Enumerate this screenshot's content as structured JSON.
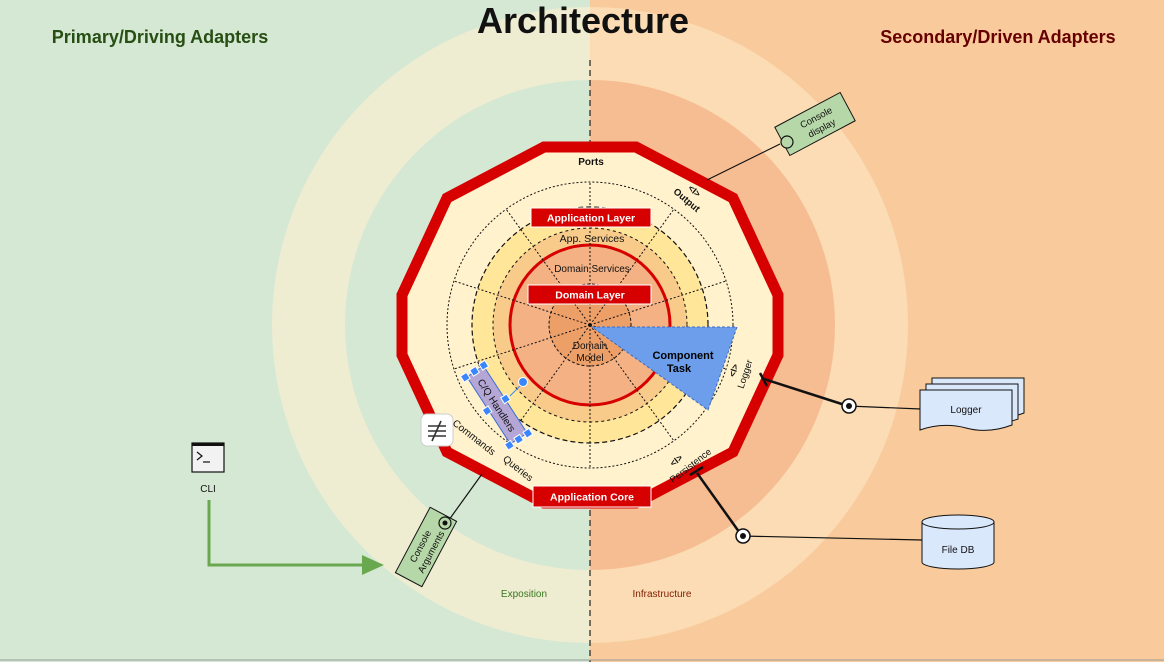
{
  "title": "Architecture",
  "left_heading": "Primary/Driving Adapters",
  "right_heading": "Secondary/Driven Adapters",
  "ports_label": "Ports",
  "output_port_label": "Output",
  "logger_port_label": "Logger",
  "persistence_port_label": "Persistence",
  "port_glyph": "<I>",
  "application_layer_label": "Application Layer",
  "app_services_label": "App. Services",
  "domain_services_label": "Domain Services",
  "domain_layer_label": "Domain Layer",
  "domain_model_line1": "Domain",
  "domain_model_line2": "Model",
  "component_task_line1": "Component",
  "component_task_line2": "Task",
  "cq_handlers_label": "C/Q Handlers",
  "commands_label": "Commands",
  "queries_label": "Queries",
  "application_core_label": "Application Core",
  "cli_label": "CLI",
  "console_arguments_line1": "Console",
  "console_arguments_line2": "Arguments",
  "console_display_line1": "Console",
  "console_display_line2": "display",
  "logger_label": "Logger",
  "file_db_label": "File DB",
  "exposition_label": "Exposition",
  "infrastructure_label": "Infrastructure",
  "colors": {
    "left_bg": "#d5e8d4",
    "right_bg": "#f9cb9c",
    "ring_red": "#d70000",
    "core_fill": "#fff2cc",
    "component_blue": "#6d9eeb",
    "adapter_green": "#b6d7a8",
    "cylinder_blue": "#dae8fc"
  }
}
